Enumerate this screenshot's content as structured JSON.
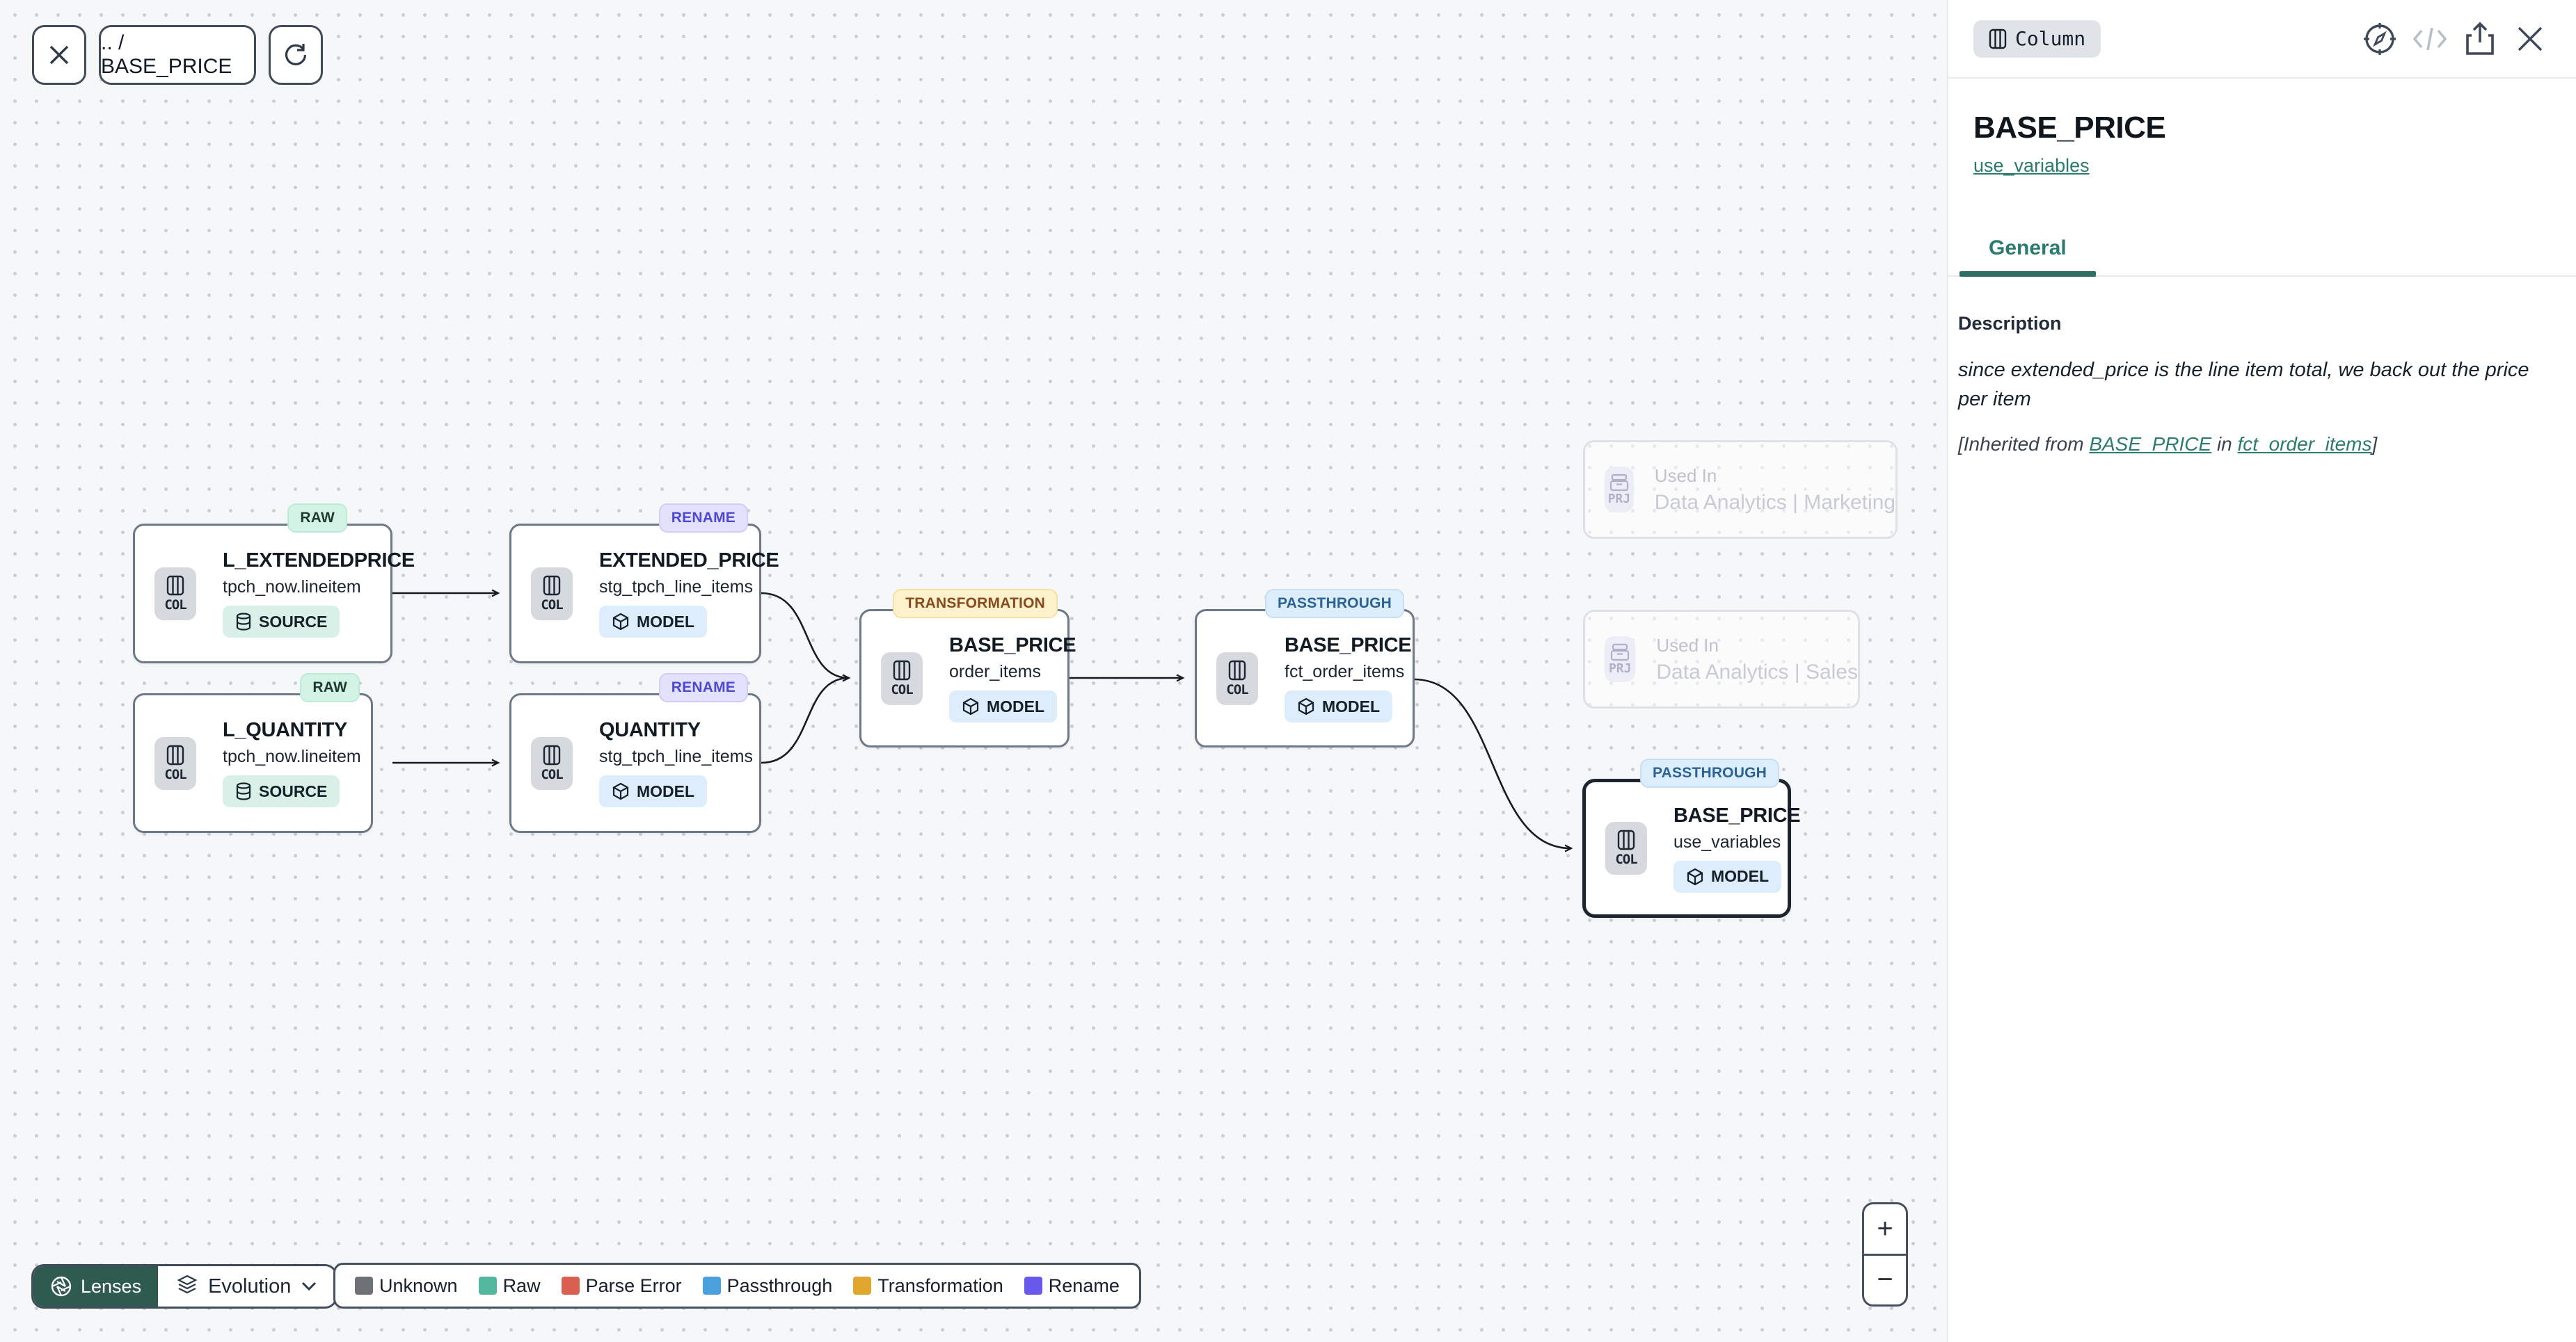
{
  "toolbar": {
    "breadcrumb": ".. / BASE_PRICE"
  },
  "canvas": {
    "nodes": [
      {
        "badge": "RAW",
        "badge_type": "raw",
        "icon_label": "COL",
        "title": "L_EXTENDEDPRICE",
        "subtitle": "tpch_now.lineitem",
        "tag": "SOURCE",
        "tag_type": "source"
      },
      {
        "badge": "RENAME",
        "badge_type": "rename",
        "icon_label": "COL",
        "title": "EXTENDED_PRICE",
        "subtitle": "stg_tpch_line_items",
        "tag": "MODEL",
        "tag_type": "model"
      },
      {
        "badge": "RAW",
        "badge_type": "raw",
        "icon_label": "COL",
        "title": "L_QUANTITY",
        "subtitle": "tpch_now.lineitem",
        "tag": "SOURCE",
        "tag_type": "source"
      },
      {
        "badge": "RENAME",
        "badge_type": "rename",
        "icon_label": "COL",
        "title": "QUANTITY",
        "subtitle": "stg_tpch_line_items",
        "tag": "MODEL",
        "tag_type": "model"
      },
      {
        "badge": "TRANSFORMATION",
        "badge_type": "transformation",
        "icon_label": "COL",
        "title": "BASE_PRICE",
        "subtitle": "order_items",
        "tag": "MODEL",
        "tag_type": "model"
      },
      {
        "badge": "PASSTHROUGH",
        "badge_type": "passthrough",
        "icon_label": "COL",
        "title": "BASE_PRICE",
        "subtitle": "fct_order_items",
        "tag": "MODEL",
        "tag_type": "model"
      },
      {
        "badge": "PASSTHROUGH",
        "badge_type": "passthrough",
        "icon_label": "COL",
        "title": "BASE_PRICE",
        "subtitle": "use_variables",
        "tag": "MODEL",
        "tag_type": "model",
        "selected": true
      }
    ],
    "ghost_nodes": [
      {
        "icon_label": "PRJ",
        "label": "Used In",
        "name": "Data Analytics | Marketing"
      },
      {
        "icon_label": "PRJ",
        "label": "Used In",
        "name": "Data Analytics | Sales"
      }
    ],
    "lenses": {
      "label": "Lenses",
      "mode": "Evolution"
    },
    "legend": {
      "items": [
        {
          "label": "Unknown",
          "color": "#6e7276"
        },
        {
          "label": "Raw",
          "color": "#52b79e"
        },
        {
          "label": "Parse Error",
          "color": "#d95f50"
        },
        {
          "label": "Passthrough",
          "color": "#4aa0dc"
        },
        {
          "label": "Transformation",
          "color": "#e1a62e"
        },
        {
          "label": "Rename",
          "color": "#6759ea"
        }
      ]
    },
    "zoom_in": "+",
    "zoom_out": "−"
  },
  "panel": {
    "type_badge": "Column",
    "title": "BASE_PRICE",
    "subtitle_link": "use_variables",
    "tabs": [
      {
        "label": "General"
      }
    ],
    "description": {
      "heading": "Description",
      "body": "since extended_price is the line item total, we back out the price per item",
      "inherited_prefix": "[Inherited from ",
      "inherited_link1": "BASE_PRICE",
      "inherited_middle": " in ",
      "inherited_link2": "fct_order_items",
      "inherited_suffix": "]"
    }
  },
  "colors": {
    "accent_teal": "#2a7b70",
    "badge_raw_bg": "#d3f4e4",
    "badge_rename_bg": "#e3e2fc",
    "badge_transformation_bg": "#fdf2cb",
    "badge_passthrough_bg": "#dcedfb",
    "lenses_green": "#2e5a4f"
  }
}
